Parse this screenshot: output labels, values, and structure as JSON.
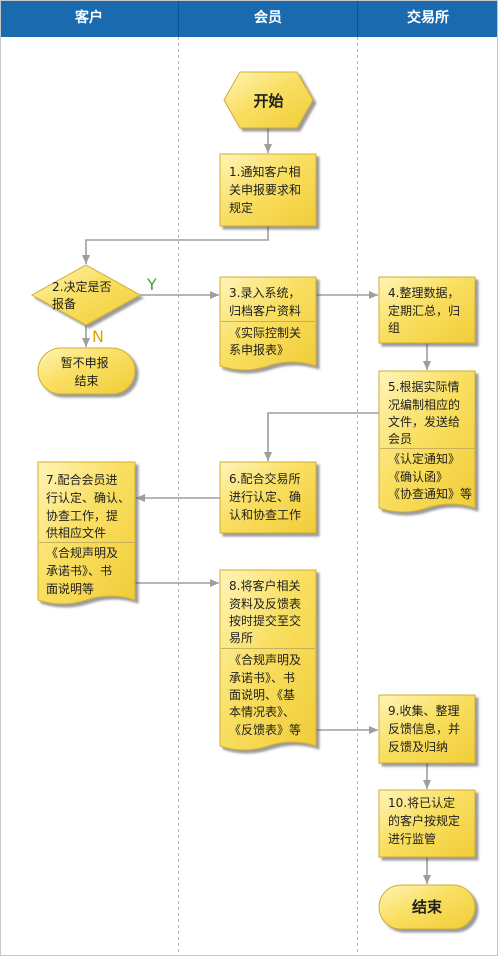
{
  "swimlane_headers": {
    "client": "客户",
    "member": "会员",
    "exchange": "交易所"
  },
  "flow": {
    "start": "开始",
    "step_1": [
      "1.通知客户相",
      "关申报要求和",
      "规定"
    ],
    "step_2": [
      "2.决定是否",
      "报备"
    ],
    "branch_yes": "Y",
    "branch_no": "N",
    "no_report_end": [
      "暂不申报",
      "结束"
    ],
    "step_3": {
      "text": [
        "3.录入系统，",
        "归档客户资料"
      ],
      "documents": [
        "《实际控制关",
        "系申报表》"
      ]
    },
    "step_4": [
      "4.整理数据，",
      "定期汇总，归",
      "组"
    ],
    "step_5": {
      "text": [
        "5.根据实际情",
        "况编制相应的",
        "文件，发送给",
        "会员"
      ],
      "documents": [
        "《认定通知》",
        "《确认函》",
        "《协查通知》等"
      ]
    },
    "step_6": [
      "6.配合交易所",
      "进行认定、确",
      "认和协查工作"
    ],
    "step_7": {
      "text": [
        "7.配合会员进",
        "行认定、确认、",
        "协查工作，提",
        "供相应文件"
      ],
      "documents": [
        "《合规声明及",
        "承诺书》、书",
        "面说明等"
      ]
    },
    "step_8": {
      "text": [
        "8.将客户相关",
        "资料及反馈表",
        "按时提交至交",
        "易所"
      ],
      "documents": [
        "《合规声明及",
        "承诺书》、书",
        "面说明、《基",
        "本情况表》、",
        "《反馈表》等"
      ]
    },
    "step_9": [
      "9.收集、整理",
      "反馈信息，并",
      "反馈及归纳"
    ],
    "step_10": [
      "10.将已认定",
      "的客户按规定",
      "进行监管"
    ],
    "end": "结束"
  },
  "colors": {
    "header_bg": "#1a6ab0",
    "header_text": "#ffffff",
    "node_fill_light": "#fff4b8",
    "node_fill": "#f9df62",
    "node_fill_dark": "#f1cc37",
    "node_border": "#cfae35",
    "arrow": "#9e9e9e",
    "lane_divider": "#b9b9b9",
    "yes_label": "#3aa63a",
    "no_label": "#e2a300"
  }
}
